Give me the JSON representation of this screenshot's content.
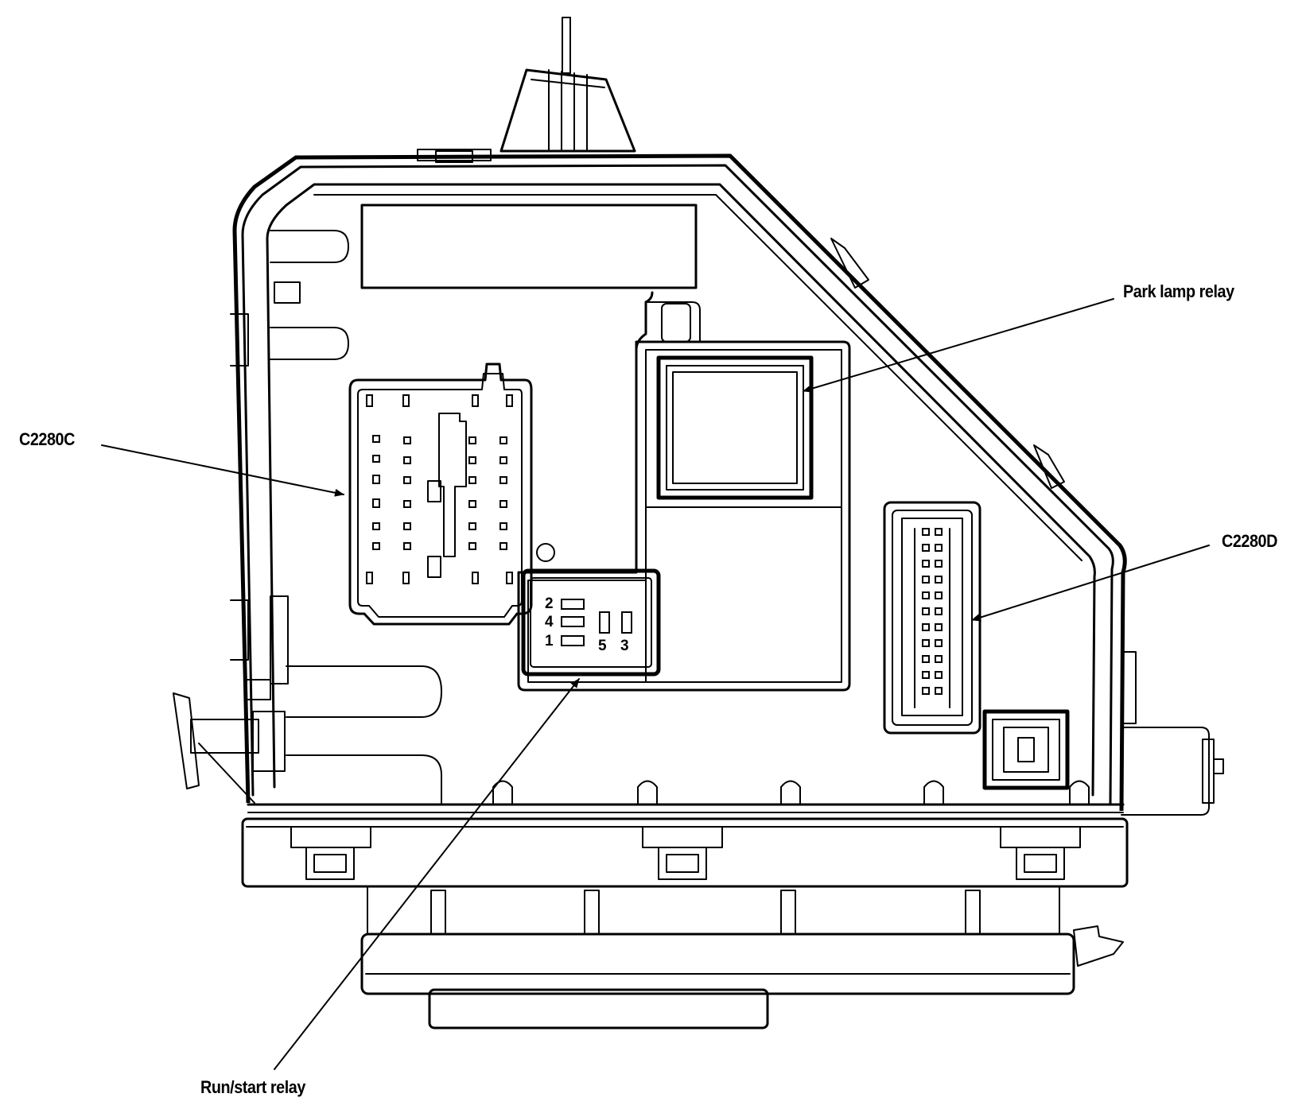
{
  "labels": {
    "park_lamp_relay": "Park lamp relay",
    "c2280c": "C2280C",
    "c2280d": "C2280D",
    "run_start_relay": "Run/start relay"
  },
  "relay_pins": {
    "pin_2": "2",
    "pin_4": "4",
    "pin_1": "1",
    "pin_5": "5",
    "pin_3": "3"
  }
}
